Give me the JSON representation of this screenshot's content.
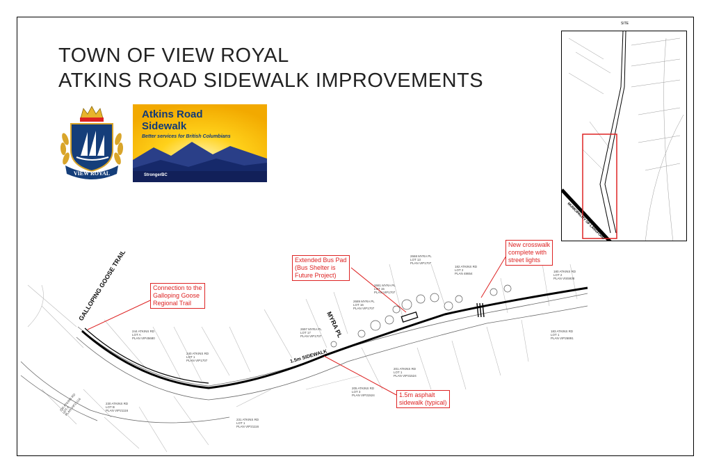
{
  "title": {
    "line1": "TOWN OF VIEW ROYAL",
    "line2": "ATKINS ROAD SIDEWALK IMPROVEMENTS"
  },
  "crest": {
    "motto": "VIEW ROYAL"
  },
  "banner": {
    "title_line1": "Atkins Road",
    "title_line2": "Sidewalk",
    "subtitle": "Better services for British Columbians",
    "brand": "StrongerBC"
  },
  "callouts": {
    "galloping_goose": [
      "Connection to the",
      "Galloping Goose",
      "Regional Trail"
    ],
    "bus_pad": [
      "Extended Bus Pad",
      "(Bus Shelter is",
      "Future Project)"
    ],
    "crosswalk": [
      "New crosswalk",
      "complete with",
      "street lights"
    ],
    "sidewalk": [
      "1.5m asphalt",
      "sidewalk (typical)"
    ]
  },
  "map_labels": {
    "trail": "GALLOPING GOOSE TRAIL",
    "myra": "MYRA PL",
    "sidewalk": "1.5m SIDEWALK",
    "site": "SITE",
    "municipality": "MUNICIPALITY OF LANGFORD"
  },
  "parcels": [
    [
      "244 ATKINS RD",
      "LOT A",
      "PLAN VIP45680"
    ],
    [
      "240 ATKINS RD",
      "LOT 1",
      "PLAN VIP1707"
    ],
    [
      "2697 MYRA PL",
      "LOT 17",
      "PLAN VIP1707"
    ],
    [
      "2689 MYRA PL",
      "LOT 16",
      "PLAN VIP1707"
    ],
    [
      "2681 MYRA PL",
      "LOT 15",
      "PLAN VIP1707"
    ],
    [
      "2668 MYRA PL",
      "LOT 13",
      "PLAN VIP1707"
    ],
    [
      "182 ATKINS RD",
      "LOT 2",
      "PLAN 48654"
    ],
    [
      "180 ATKINS RD",
      "LOT 2",
      "PLAN VIS5938"
    ],
    [
      "183 ATKINS RD",
      "LOT 1",
      "PLAN VIP26891"
    ],
    [
      "201 ATKINS RD",
      "LOT 1",
      "PLAN VIP31524"
    ],
    [
      "205 ATKINS RD",
      "LOT 3",
      "PLAN VIP31524"
    ],
    [
      "230 ATKINS RD",
      "LOT B",
      "PLAN VIP21116"
    ],
    [
      "231 ATKINS RD",
      "LOT 1",
      "PLAN VIP21116"
    ],
    [
      "236 ATKINS RD",
      "LOT A",
      "PLAN VIP21116"
    ]
  ]
}
